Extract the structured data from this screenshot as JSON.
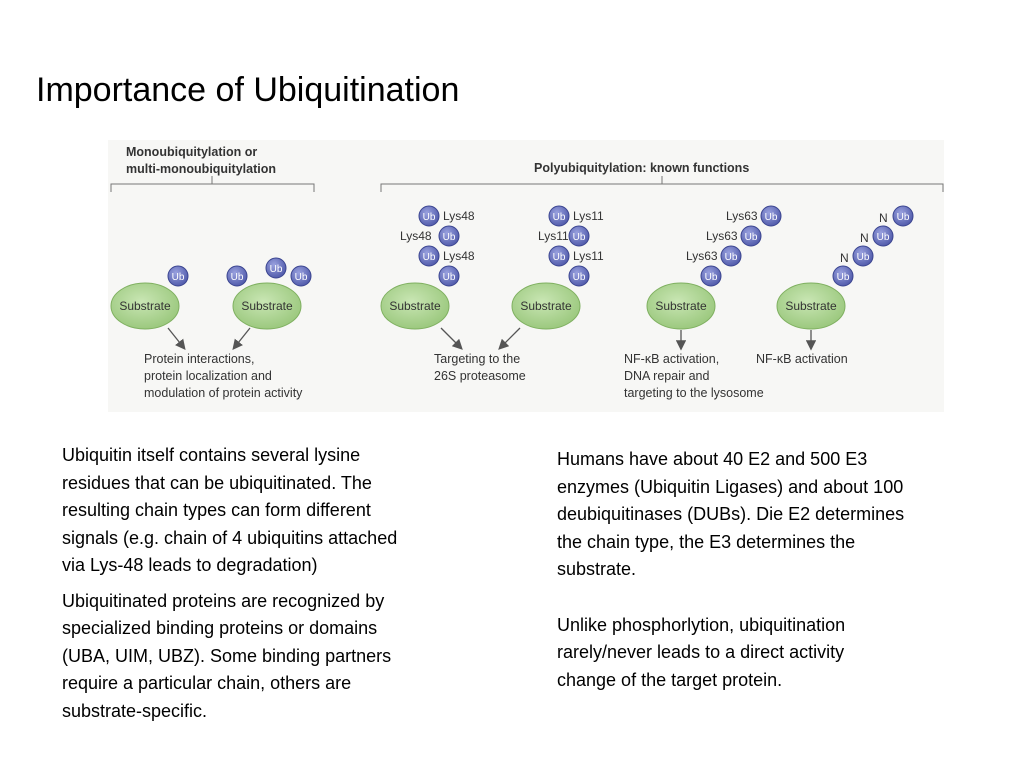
{
  "slide": {
    "title": "Importance of Ubiquitination"
  },
  "figure": {
    "left_header": [
      "Monoubiquitylation or",
      "multi-monoubiquitylation"
    ],
    "right_header": "Polyubiquitylation: known functions",
    "substrate_label": "Substrate",
    "ub_label": "Ub",
    "chain_labels": {
      "lys48": "Lys48",
      "lys11": "Lys11",
      "lys63": "Lys63",
      "n": "N"
    },
    "captions": {
      "mono": [
        "Protein interactions,",
        "protein localization and",
        "modulation of protein activity"
      ],
      "proteasome": [
        "Targeting to the",
        "26S proteasome"
      ],
      "lys63": [
        "NF-κB activation,",
        "DNA repair and",
        "targeting to the lysosome"
      ],
      "linear": [
        "NF-κB activation"
      ]
    }
  },
  "left_text": {
    "para1": "Ubiquitin itself contains several lysine\nresidues that can be ubiquitinated. The\nresulting chain types can form different\nsignals (e.g. chain of 4 ubiquitins attached\nvia Lys-48 leads to degradation)",
    "para2": "Ubiquitinated proteins are recognized by\nspecialized binding proteins or domains\n(UBA, UIM, UBZ). Some binding partners\nrequire a particular chain, others are\nsubstrate-specific."
  },
  "right_text": {
    "para1": "Humans have about 40 E2 and 500 E3\nenzymes (Ubiquitin Ligases) and about 100\ndeubiquitinases (DUBs). Die E2 determines\nthe chain type, the E3 determines the\nsubstrate.",
    "para2": "Unlike phosphorlytion, ubiquitination\nrarely/never leads to a direct activity\nchange of the target protein."
  },
  "colors": {
    "substrate_fill": "#a9d18e",
    "substrate_stroke": "#7fb060",
    "ub_fill": "#6a74c0",
    "ub_stroke": "#3b4590",
    "line": "#555555"
  }
}
